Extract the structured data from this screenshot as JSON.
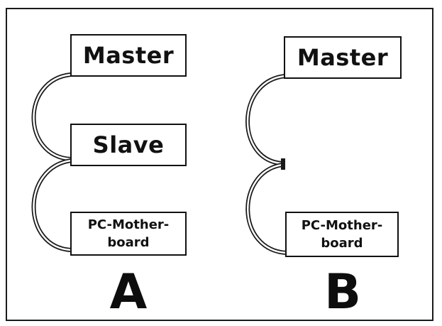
{
  "panels": [
    {
      "letter": "A",
      "devices": {
        "master": "Master",
        "slave": "Slave",
        "motherboard_line1": "PC-Mother-",
        "motherboard_line2": "board"
      }
    },
    {
      "letter": "B",
      "devices": {
        "master": "Master",
        "motherboard_line1": "PC-Mother-",
        "motherboard_line2": "board"
      }
    }
  ],
  "colors": {
    "line": "#1a1a1a",
    "box_border": "#111111",
    "text": "#111111"
  }
}
